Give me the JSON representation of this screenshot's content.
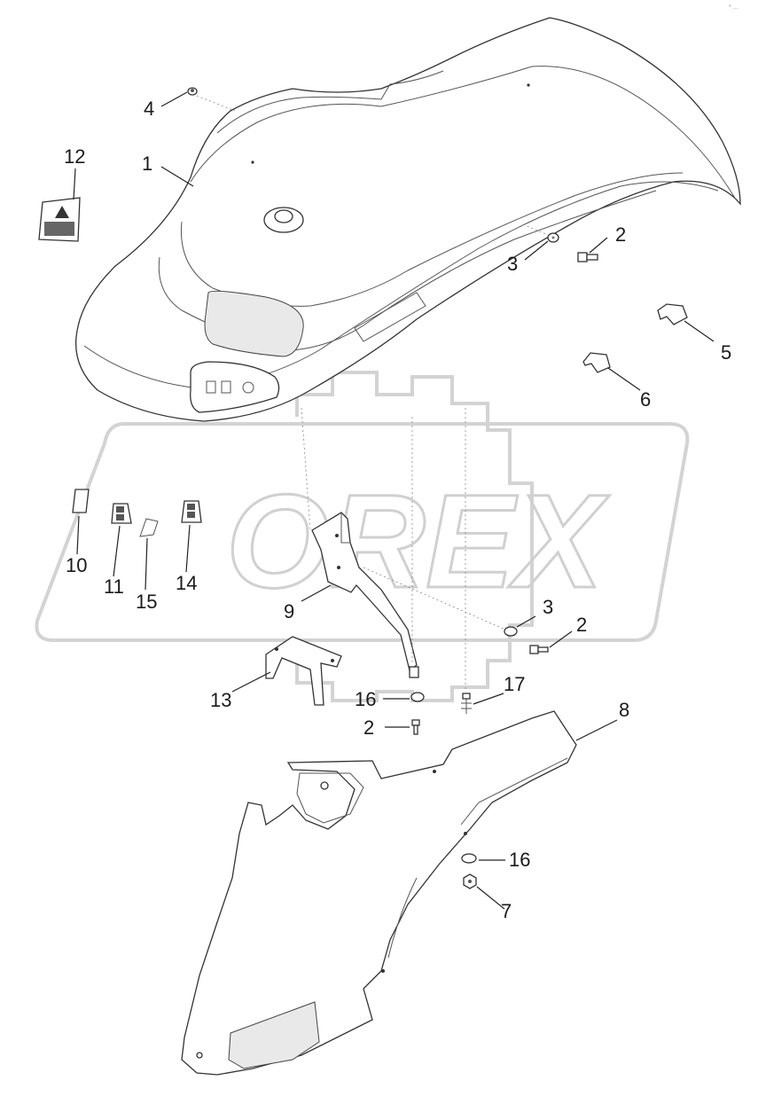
{
  "corner_mark": "* ...",
  "watermark": "OREX",
  "callouts": [
    {
      "id": "c1",
      "text": "1"
    },
    {
      "id": "c2a",
      "text": "2"
    },
    {
      "id": "c2b",
      "text": "2"
    },
    {
      "id": "c2c",
      "text": "2"
    },
    {
      "id": "c3a",
      "text": "3"
    },
    {
      "id": "c3b",
      "text": "3"
    },
    {
      "id": "c4",
      "text": "4"
    },
    {
      "id": "c5",
      "text": "5"
    },
    {
      "id": "c6",
      "text": "6"
    },
    {
      "id": "c7",
      "text": "7"
    },
    {
      "id": "c8",
      "text": "8"
    },
    {
      "id": "c9",
      "text": "9"
    },
    {
      "id": "c10",
      "text": "10"
    },
    {
      "id": "c11",
      "text": "11"
    },
    {
      "id": "c12",
      "text": "12"
    },
    {
      "id": "c13",
      "text": "13"
    },
    {
      "id": "c14",
      "text": "14"
    },
    {
      "id": "c15",
      "text": "15"
    },
    {
      "id": "c16a",
      "text": "16"
    },
    {
      "id": "c16b",
      "text": "16"
    },
    {
      "id": "c17",
      "text": "17"
    }
  ]
}
